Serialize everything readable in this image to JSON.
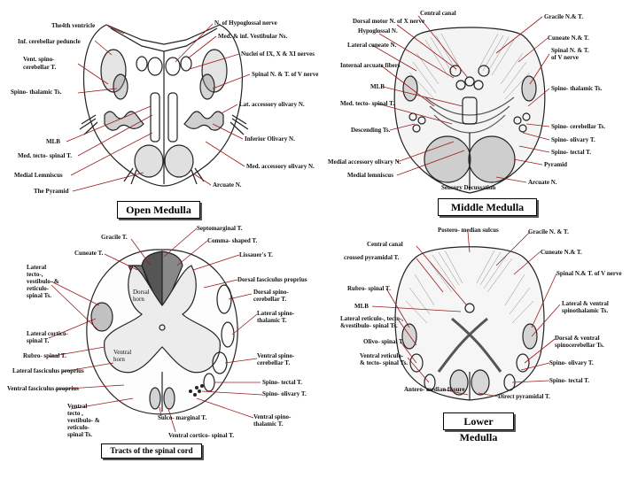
{
  "open_medulla": {
    "title": "Open Medulla",
    "labels": {
      "fourth_ventricle": "The4th ventricle",
      "inf_cerebellar_peduncle": "Inf. cerebellar peduncle",
      "vent_spinocerebellar_1": "Vent. spino-",
      "vent_spinocerebellar_2": "cerebellar T.",
      "spinothalamic": "Spino- thalamic Ts.",
      "mlb": "MLB",
      "med_tecto_spinal": "Med. tecto- spinal T.",
      "medial_lemniscus": "Medial Lemniscus",
      "pyramid": "The Pyramid",
      "n_hypoglossal": "N. of Hypoglossal nerve",
      "med_inf_vestibular": "Med. & inf. Vestibular Ns.",
      "nuclei_ix_x_xi": "Nuclei of IX, X & XI nerves",
      "spinal_n_t_v": "Spinal N. & T. of V nerve",
      "lat_accessory_olivary": "Lat. accessory olivary N.",
      "inferior_olivary": "Inferior Olivary N.",
      "med_accessory_olivary": "Med. accessory olivary N.",
      "arcuate": "Arcuate N."
    }
  },
  "middle_medulla": {
    "title": "Middle Medulla",
    "labels": {
      "central_canal": "Central canal",
      "dorsal_motor_x": "Dorsal motor N. of X nerve",
      "hypoglossal": "Hypoglossal N.",
      "lateral_cuneate": "Lateral cuneate N.",
      "internal_arcuate": "Internal arcuate fibers",
      "mlb": "MLB",
      "med_tecto_spinal": "Med. tecto- spinal T.",
      "descending": "Descending Ts.",
      "medial_accessory_olivary": "Medial accessory olivary N.",
      "medial_lemniscus": "Medial lemniscus",
      "sensory_decussation": "Sensory Decussation",
      "gracile": "Gracile N.& T.",
      "cuneate": "Cuneate N.& T.",
      "spinal_n_t_1": "Spinal N. & T.",
      "spinal_n_t_2": "of V nerve",
      "spinothalamic": "Spino- thalamic Ts.",
      "spinocerebellar": "Spino- cerebellar Ts.",
      "spino_olivary": "Spino- olivary T.",
      "spino_tectal": "Spino- tectal T.",
      "pyramid": "Pyramid",
      "arcuate": "Arcuate N."
    }
  },
  "spinal_cord": {
    "title": "Tracts of the spinal cord",
    "labels": {
      "gracile": "Gracile T.",
      "cuneate": "Cuneate T.",
      "lat_tecto_1": "Lateral",
      "lat_tecto_2": "tecto-,",
      "lat_tecto_3": "vestibulo- &",
      "lat_tecto_4": "reticulo-",
      "lat_tecto_5": "spinal Ts.",
      "lat_cortico_1": "Lateral cortico-",
      "lat_cortico_2": "spinal T.",
      "rubro": "Rubro- spinal T.",
      "lat_fasciculus": "Lateral fasciculus proprius",
      "vent_fasciculus": "Ventral fasciculus proprius",
      "ventral_tecto_1": "Ventral",
      "ventral_tecto_2": "tecto ,",
      "ventral_tecto_3": "vestibulo- &",
      "ventral_tecto_4": "reticulo-",
      "ventral_tecto_5": "spinal Ts.",
      "septomarginal": "Septomarginal T.",
      "comma": "Comma- shaped T.",
      "lissauer": "Lissauer's T.",
      "dorsal_fasciculus": "Dorsal fasciculus proprius",
      "dorsal_spinocerebellar_1": "Dorsal spino-",
      "dorsal_spinocerebellar_2": "cerebellar T.",
      "lat_spinothalamic_1": "Lateral spino-",
      "lat_spinothalamic_2": "thalamic T.",
      "ventral_spinocerebellar_1": "Ventral spino-",
      "ventral_spinocerebellar_2": "cerebellar T.",
      "spino_tectal": "Spino- tectal T.",
      "spino_olivary": "Spino- olivary T.",
      "sulco_marginal": "Sulco- marginal T.",
      "ventral_spinothalamic_1": "Ventral spino-",
      "ventral_spinothalamic_2": "thalamic T.",
      "ventral_corticospinal": "Ventral cortico- spinal T.",
      "dorsal_horn_1": "Dorsal",
      "dorsal_horn_2": "horn",
      "ventral_horn_1": "Ventral",
      "ventral_horn_2": "horn"
    }
  },
  "lower_medulla": {
    "title": "Lower Medulla",
    "labels": {
      "posterior_median": "Postero- median sulcus",
      "central_canal": "Central canal",
      "crossed_pyramidal": "crossed pyramidal T.",
      "rubro": "Rubro- spinal T.",
      "mlb": "MLB",
      "lat_reticulo_1": "Lateral reticulo-, tecto-,",
      "lat_reticulo_2": "&vestibulo- spinal Ts.",
      "olivo": "Olivo- spinal T.",
      "ventral_reticulo_1": "Ventral reticulo-",
      "ventral_reticulo_2": "& tecto- spinal Ts.",
      "antero_median": "Antero- median fissure",
      "gracile": "Gracile N. & T.",
      "cuneate": "Cuneate N.& T.",
      "spinal_v": "Spinal N.& T. of V nerve",
      "lat_ventral_spinothalamic_1": "Lateral & ventral",
      "lat_ventral_spinothalamic_2": "spinothalamic Ts.",
      "dorsal_ventral_spinocerebellar_1": "Dorsal & ventral",
      "dorsal_ventral_spinocerebellar_2": "spinocerebellar Ts.",
      "spino_olivary": "Spino- olivary T.",
      "spino_tectal": "Spino- tectal T.",
      "direct_pyramidal": "Direct pyramidal T."
    }
  },
  "colors": {
    "leader_red": "#9b1b1b",
    "outline": "#222222",
    "shade": "#8a8a8a",
    "dark_shade": "#555555"
  }
}
